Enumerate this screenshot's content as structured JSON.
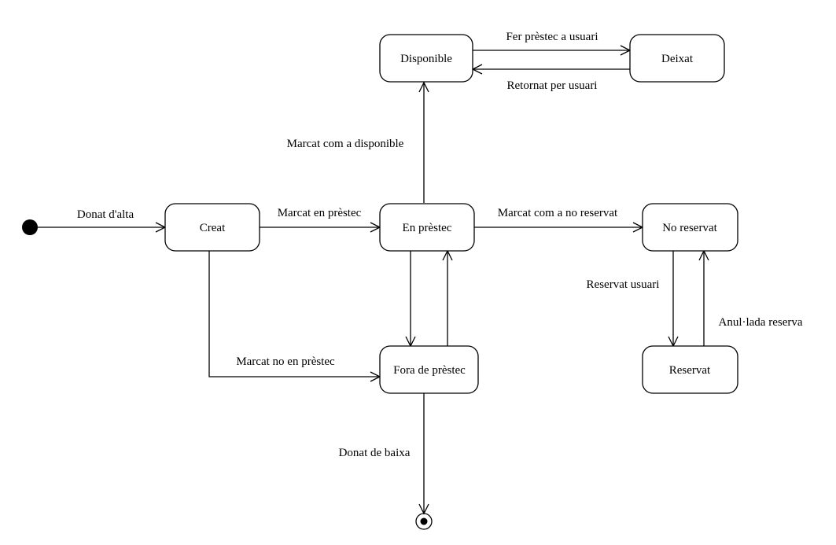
{
  "states": {
    "disponible": "Disponible",
    "deixat": "Deixat",
    "creat": "Creat",
    "en_prestec": "En prèstec",
    "no_reservat": "No reservat",
    "fora_de_prestec": "Fora de prèstec",
    "reservat": "Reservat"
  },
  "transitions": {
    "donat_alta": "Donat d'alta",
    "marcat_en_prestec": "Marcat en prèstec",
    "marcat_com_a_no_reservat": "Marcat com a no reservat",
    "marcat_com_a_disponible": "Marcat com a disponible",
    "fer_prestec_a_usuari": "Fer prèstec a usuari",
    "retornat_per_usuari": "Retornat per usuari",
    "marcat_no_en_prestec": "Marcat no en prèstec",
    "reservat_usuari": "Reservat usuari",
    "anullada_reserva": "Anul·lada reserva",
    "donat_de_baixa": "Donat de baixa"
  }
}
